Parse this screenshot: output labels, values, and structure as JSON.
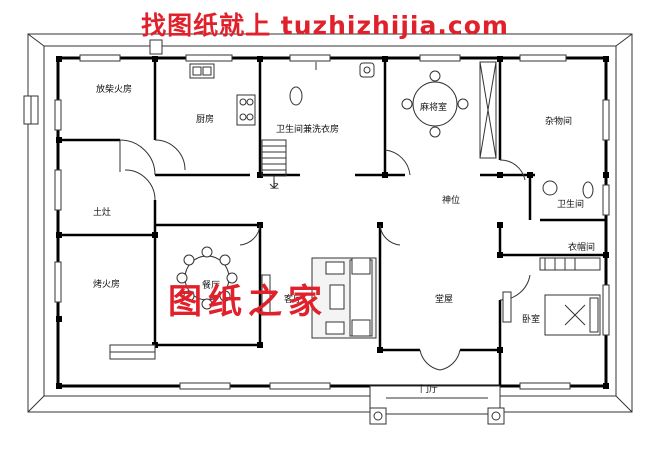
{
  "watermark_top": "找图纸就上 tuzhizhijia.com",
  "watermark_center": "图纸之家",
  "rooms": {
    "firewood": "放柴火房",
    "kitchen": "厨房",
    "bath_laundry": "卫生间兼洗衣房",
    "mahjong": "麻将室",
    "storage": "杂物间",
    "stove": "土灶",
    "altar": "神位",
    "bath_right": "卫生间",
    "cloakroom": "衣帽间",
    "fire_room": "烤火房",
    "dining": "餐厅",
    "living": "客厅",
    "hall": "堂屋",
    "bedroom": "卧室",
    "entrance": "门厅"
  },
  "stair_label": "上",
  "colors": {
    "watermark": "#e0202a",
    "wall": "#000000",
    "line": "#333333"
  }
}
